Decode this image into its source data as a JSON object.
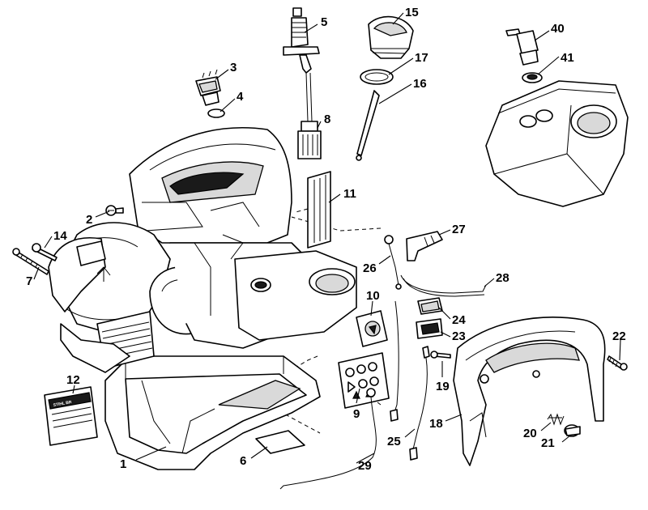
{
  "callouts": {
    "c1": "1",
    "c2": "2",
    "c3": "3",
    "c4": "4",
    "c5": "5",
    "c6": "6",
    "c7": "7",
    "c8": "8",
    "c9": "9",
    "c10": "10",
    "c11": "11",
    "c12": "12",
    "c14": "14",
    "c15": "15",
    "c16": "16",
    "c17": "17",
    "c18": "18",
    "c19": "19",
    "c20": "20",
    "c21": "21",
    "c22": "22",
    "c23": "23",
    "c24": "24",
    "c25": "25",
    "c26": "26",
    "c27": "27",
    "c28": "28",
    "c29": "29",
    "c40": "40",
    "c41": "41"
  },
  "brand_plate": {
    "brand": "STIHL BR"
  }
}
